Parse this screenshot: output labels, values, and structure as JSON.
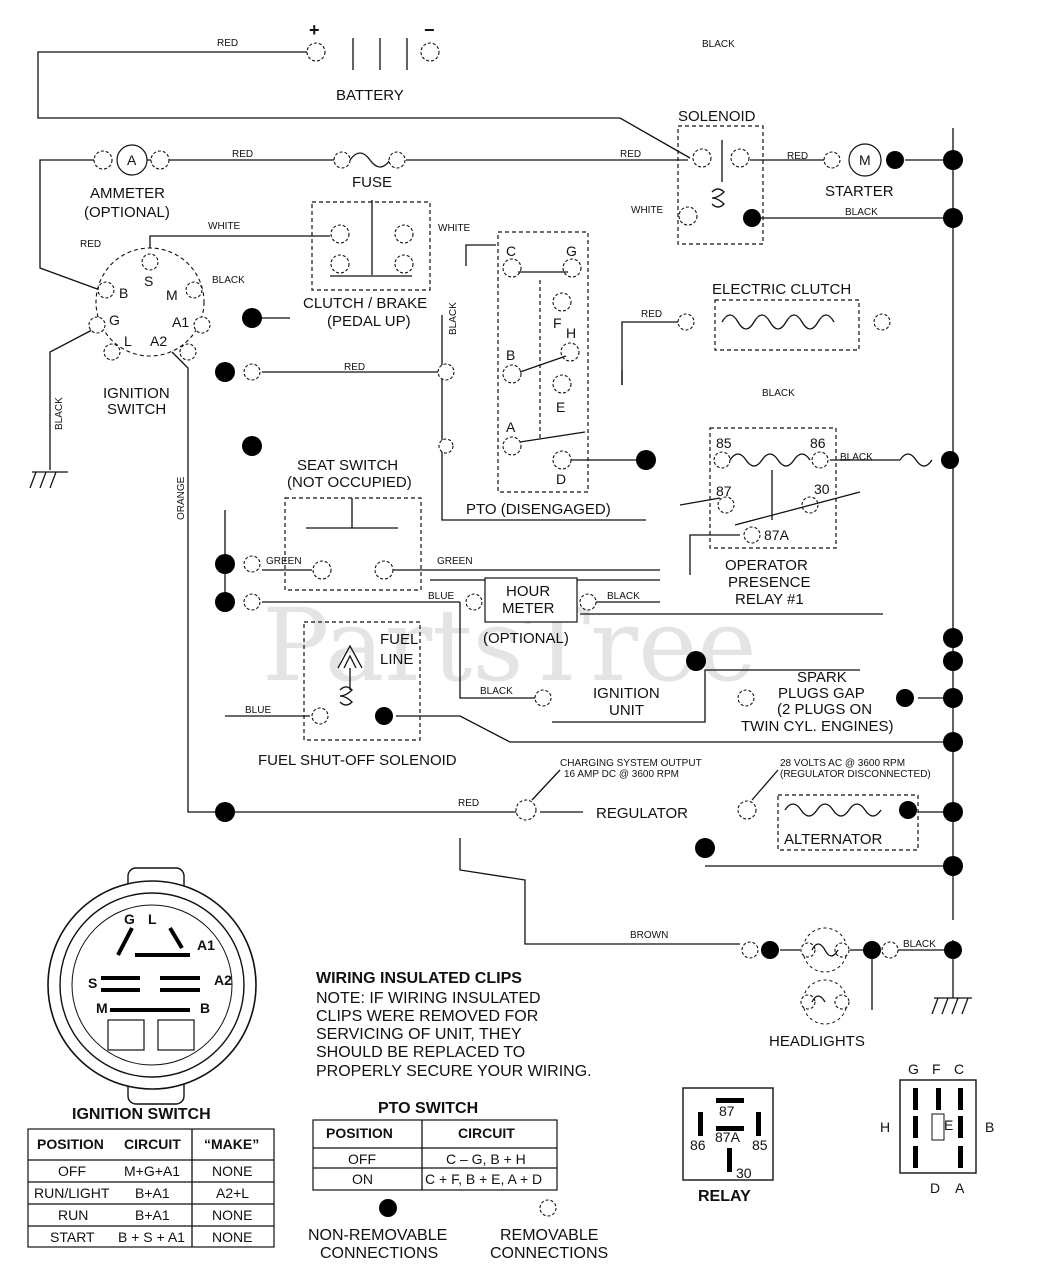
{
  "watermark": "PartsTree",
  "components": {
    "battery": "BATTERY",
    "battery_plus": "+",
    "battery_minus": "−",
    "solenoid": "SOLENOID",
    "starter": "STARTER",
    "starter_m": "M",
    "ammeter_a": "A",
    "ammeter": "AMMETER",
    "ammeter_opt": "(OPTIONAL)",
    "fuse": "FUSE",
    "clutch_brake": "CLUTCH / BRAKE",
    "clutch_brake_sub": "(PEDAL UP)",
    "electric_clutch": "ELECTRIC CLUTCH",
    "ignition_switch": "IGNITION",
    "ignition_switch_2": "SWITCH",
    "pto": "PTO (DISENGAGED)",
    "seat_switch": "SEAT SWITCH",
    "seat_switch_sub": "(NOT OCCUPIED)",
    "hour_meter": "HOUR",
    "hour_meter_2": "METER",
    "hour_meter_opt": "(OPTIONAL)",
    "fuel_line": "FUEL",
    "fuel_line_2": "LINE",
    "fuel_solenoid": "FUEL SHUT-OFF SOLENOID",
    "ignition_unit": "IGNITION",
    "ignition_unit_2": "UNIT",
    "relay_op_1": "OPERATOR",
    "relay_op_2": "PRESENCE",
    "relay_op_3": "RELAY #1",
    "spark_1": "SPARK",
    "spark_2": "PLUGS GAP",
    "spark_3": "(2 PLUGS ON",
    "spark_4": "TWIN CYL. ENGINES)",
    "regulator": "REGULATOR",
    "alternator": "ALTERNATOR",
    "charging_1": "CHARGING SYSTEM OUTPUT",
    "charging_2": "16 AMP DC @ 3600 RPM",
    "volts_1": "28 VOLTS AC @ 3600 RPM",
    "volts_2": "(REGULATOR DISCONNECTED)",
    "headlights": "HEADLIGHTS"
  },
  "pins": {
    "ign_b": "B",
    "ign_s": "S",
    "ign_m": "M",
    "ign_g": "G",
    "ign_a1": "A1",
    "ign_l": "L",
    "ign_a2": "A2",
    "pto_c": "C",
    "pto_g": "G",
    "pto_f": "F",
    "pto_h": "H",
    "pto_b": "B",
    "pto_e": "E",
    "pto_a": "A",
    "pto_d": "D",
    "r85": "85",
    "r86": "86",
    "r87": "87",
    "r30": "30",
    "r87a": "87A"
  },
  "wires": {
    "red": "RED",
    "black": "BLACK",
    "white": "WHITE",
    "orange": "ORANGE",
    "green": "GREEN",
    "blue": "BLUE",
    "brown": "BROWN"
  },
  "note": {
    "title": "WIRING INSULATED CLIPS",
    "lines": [
      "NOTE: IF WIRING INSULATED",
      "CLIPS WERE REMOVED FOR",
      "SERVICING OF UNIT, THEY",
      "SHOULD BE REPLACED TO",
      "PROPERLY SECURE YOUR WIRING."
    ]
  },
  "ignition_table": {
    "title": "IGNITION SWITCH",
    "headers": [
      "POSITION",
      "CIRCUIT",
      "“MAKE”"
    ],
    "rows": [
      [
        "OFF",
        "M+G+A1",
        "NONE"
      ],
      [
        "RUN/LIGHT",
        "B+A1",
        "A2+L"
      ],
      [
        "RUN",
        "B+A1",
        "NONE"
      ],
      [
        "START",
        "B + S + A1",
        "NONE"
      ]
    ]
  },
  "ign_face": {
    "g": "G",
    "l": "L",
    "a1": "A1",
    "s": "S",
    "a2": "A2",
    "m": "M",
    "b": "B"
  },
  "pto_table": {
    "title": "PTO SWITCH",
    "headers": [
      "POSITION",
      "CIRCUIT"
    ],
    "rows": [
      [
        "OFF",
        "C – G, B + H"
      ],
      [
        "ON",
        "C + F, B + E, A + D"
      ]
    ]
  },
  "relay_face": {
    "title": "RELAY",
    "p87": "87",
    "p87a": "87A",
    "p86": "86",
    "p85": "85",
    "p30": "30"
  },
  "pto_face": {
    "g": "G",
    "f": "F",
    "c": "C",
    "h": "H",
    "e": "E",
    "b": "B",
    "d": "D",
    "a": "A"
  },
  "legend": {
    "nonremovable_1": "NON-REMOVABLE",
    "nonremovable_2": "CONNECTIONS",
    "removable_1": "REMOVABLE",
    "removable_2": "CONNECTIONS"
  }
}
